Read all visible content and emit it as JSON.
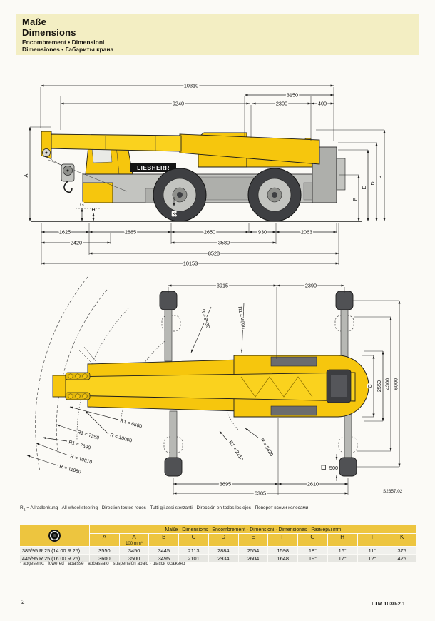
{
  "header": {
    "title_de": "Maße",
    "title_en": "Dimensions",
    "line_fr_it": "Encombrement • Dimensioni",
    "line_es_ru": "Dimensiones • Габариты крана"
  },
  "side_view": {
    "logo": "LIEBHERR",
    "dims": {
      "d10310": "10310",
      "d9240": "9240",
      "d3150": "3150",
      "d2300": "2300",
      "d400": "400",
      "d1625": "1625",
      "d2885": "2885",
      "d2650": "2650",
      "d930": "930",
      "d2063": "2063",
      "d2420": "2420",
      "d3580": "3580",
      "d8528": "8528",
      "d10153": "10153"
    },
    "letters": {
      "a": "A",
      "b": "B",
      "d": "D",
      "e": "E",
      "f": "F",
      "g": "G",
      "h": "H",
      "k": "K"
    }
  },
  "top_view": {
    "dims": {
      "d3915": "3915",
      "d2390": "2390",
      "d3695": "3695",
      "d2610": "2610",
      "d6305": "6305",
      "d2550": "2550",
      "d4300": "4300",
      "d6000": "6000",
      "c": "C",
      "pad": "500"
    },
    "radii": {
      "r8530": "R = 8530",
      "r1_4900": "R1 = 4900",
      "r1_6560": "R1 = 6560",
      "r10090": "R = 10090",
      "r1_7350": "R1 = 7350",
      "r1_7690": "R1 = 7690",
      "r10610": "R = 10610",
      "r11080": "R = 11080",
      "r1_2210": "R1 = 2210",
      "r5420": "R = 5420"
    },
    "drawing_number": "S2357.02"
  },
  "footnotes": {
    "steering_prefix": "R",
    "steering_sub": "1",
    "steering_text": " = Allradlenkung · All-wheel steering · Direction toutes roues · Tutti gli assi sterzanti · Dirección en todos los ejes · Поворот всеми колесами",
    "lowered": "* abgesenkt · lowered · abaissé · abbassato · suspensión abajo · шасси осажено"
  },
  "table": {
    "title": "Maße · Dimensions · Encombrement · Dimensioni · Dimensiones · Размеры mm",
    "columns": [
      "A",
      "A",
      "B",
      "C",
      "D",
      "E",
      "F",
      "G",
      "H",
      "I",
      "K"
    ],
    "column_sub": "100 mm*",
    "rows": [
      {
        "tire": "385/95 R 25 (14.00 R 25)",
        "values": [
          "3550",
          "3450",
          "3445",
          "2113",
          "2884",
          "2554",
          "1598",
          "18°",
          "16°",
          "11°",
          "375"
        ]
      },
      {
        "tire": "445/95 R 25 (16.00 R 25)",
        "values": [
          "3600",
          "3500",
          "3495",
          "2101",
          "2934",
          "2604",
          "1648",
          "19°",
          "17°",
          "12°",
          "425"
        ]
      }
    ]
  },
  "footer": {
    "page_number": "2",
    "model": "LTM 1030-2.1"
  },
  "colors": {
    "crane_yellow": "#f6c60d",
    "header_band": "#f3eec3",
    "table_header_yellow": "#edc53f",
    "chassis_gray": "#c3c4c0",
    "tire_dark": "#3e3f42"
  }
}
